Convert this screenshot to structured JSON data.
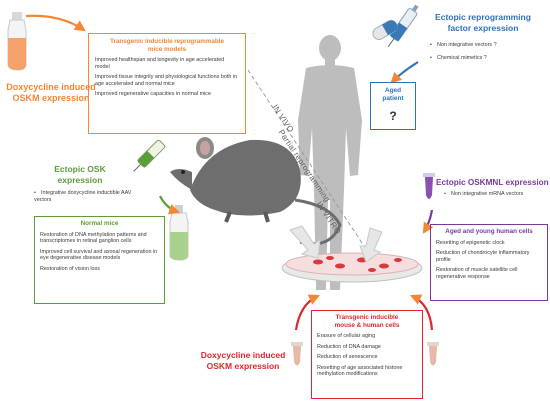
{
  "colors": {
    "orange": "#f58634",
    "blue": "#2e73b8",
    "green": "#5a9e3a",
    "purple": "#7a3a96",
    "red": "#e0262b",
    "silhouette": "#b9b9b9",
    "mouse": "#6e6e6e"
  },
  "icons": [
    "vial-icon",
    "syringe-icon",
    "capsule-icon",
    "pipette-tube-icon",
    "petri-dish-icon",
    "mouse-illustration",
    "human-silhouette",
    "arrow-icon"
  ],
  "top_left": {
    "heading_line1": "Doxycycline induced",
    "heading_line2": "OSKM expression",
    "box_title_line1": "Transgenic inducible reprogrammable",
    "box_title_line2": "mice models",
    "items": [
      "Improved healthspan and longevity in age accelerated model",
      "Improved tissue integrity and physiological functions both in age accelerated and normal mice",
      "Improved regenerative capacities in normal mice"
    ]
  },
  "top_right": {
    "heading_line1": "Ectopic reprogramming",
    "heading_line2": "factor expression",
    "bullets": [
      "Non integrative vectors ?",
      "Chemical mimetics ?"
    ],
    "patient_line1": "Aged",
    "patient_line2": "patient",
    "patient_mark": "?"
  },
  "mid_left": {
    "heading_line1": "Ectopic OSK",
    "heading_line2": "expression",
    "bullet": "Integrative doxycycline inductible AAV vectors",
    "box_title": "Normal mice",
    "items": [
      "Restoration of DNA methylation patterns and transcriptomes in retinal ganglion cells",
      "Improved cell survival and axonal regeneration in eye degenerative disease models",
      "Restoration of vision loss"
    ]
  },
  "mid_right": {
    "heading": "Ectopic OSKMNL expression",
    "bullet": "Non integrative mRNA vectors",
    "box_title": "Aged and young human cells",
    "items": [
      "Resetting of epigenetic clock",
      "Reduction of chondrocyte inflammatory profile",
      "Restoration of muscle satellite cell regenerative response"
    ]
  },
  "diagonal": {
    "in_vivo": "IN VIVO",
    "partial": "Partial reprogramming",
    "in_vitro": "IN VITRO"
  },
  "bottom": {
    "heading_line1": "Doxycycline induced",
    "heading_line2": "OSKM expression",
    "box_title_line1": "Transgenic inducible",
    "box_title_line2": "mouse & human cells",
    "items": [
      "Erasure of cellular aging",
      "Reduction of DNA damage",
      "Reduction of senescence",
      "Resetting of age associated histone methylation modifications"
    ]
  }
}
